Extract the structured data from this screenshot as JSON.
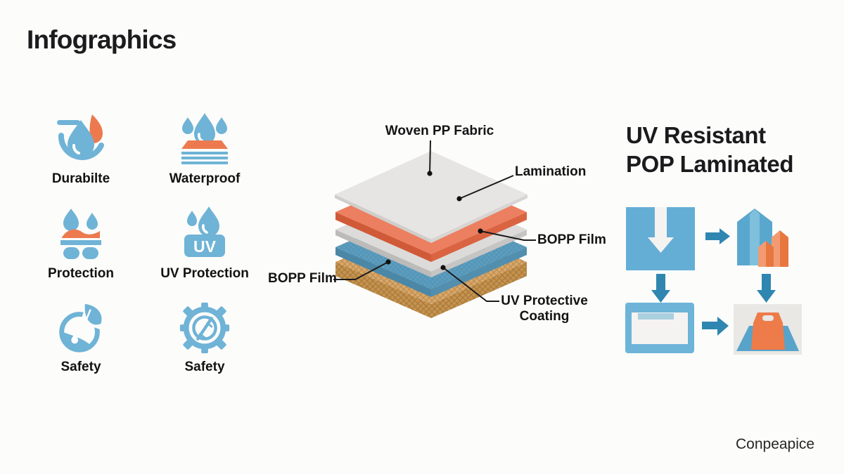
{
  "page": {
    "title": "Infographics",
    "brand": "Conpeapice",
    "background": "#fcfcfb"
  },
  "features": {
    "uv_badge": "UV",
    "items": [
      {
        "label": "Durabilte",
        "icon": "durability-drop-icon"
      },
      {
        "label": "Waterproof",
        "icon": "waterproof-layers-icon"
      },
      {
        "label": "Protection",
        "icon": "protection-drops-icon"
      },
      {
        "label": "UV Protection",
        "icon": "uv-shield-icon"
      },
      {
        "label": "Safety",
        "icon": "leaf-safety-icon"
      },
      {
        "label": "Safety",
        "icon": "gear-safety-icon"
      }
    ]
  },
  "layer_diagram": {
    "labels": {
      "woven": "Woven PP Fabric",
      "lamination": "Lamination",
      "bopp_right": "BOPP Film",
      "bopp_left": "BOPP Film",
      "uv_coating_line1": "UV Protective",
      "uv_coating_line2": "Coating"
    },
    "layer_colors": {
      "woven_pp_fabric": "#e6e5e3",
      "bopp_film_top": "#ec7f5f",
      "uv_protective_coating": "#dcdbd9",
      "bopp_film_bottom": "#5d9ec0",
      "base_weave": "#d9a86d"
    }
  },
  "process": {
    "heading_line1": "UV Resistant",
    "heading_line2": "POP Laminated",
    "steps": [
      {
        "icon": "press-down-icon"
      },
      {
        "icon": "package-box-icon"
      },
      {
        "icon": "laminate-pouch-icon"
      },
      {
        "icon": "finished-bag-icon"
      }
    ]
  },
  "colors": {
    "icon_blue": "#6fb3d6",
    "icon_orange": "#ec7a4e",
    "arrow_teal": "#2f86b0",
    "text_dark": "#1c1c1e"
  }
}
